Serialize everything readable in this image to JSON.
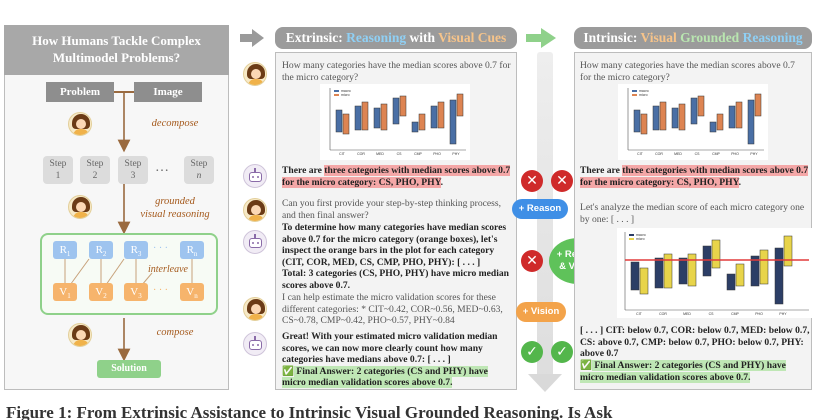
{
  "left": {
    "title": "How Humans Tackle Complex Multimodel Problems?",
    "problem": "Problem",
    "image": "Image",
    "decompose": "decompose",
    "steps": [
      {
        "name": "Step",
        "num": "1"
      },
      {
        "name": "Step",
        "num": "2"
      },
      {
        "name": "Step",
        "num": "3"
      },
      {
        "name": "Step",
        "num": "n"
      }
    ],
    "ellipsis": "…",
    "grounded": "grounded",
    "visual_reasoning": "visual reasoning",
    "interleave": "interleave",
    "r_labels": [
      "R",
      "R",
      "R",
      "R"
    ],
    "r_subs": [
      "1",
      "2",
      "3",
      "n"
    ],
    "v_labels": [
      "V",
      "V",
      "V",
      "V"
    ],
    "v_subs": [
      "1",
      "2",
      "3",
      "n"
    ],
    "dots": "· · ·",
    "compose": "compose",
    "solution": "Solution",
    "colors": {
      "header": "#a8a8a8",
      "step_box": "#dcdcdc",
      "r_box": "#9ec4ef",
      "v_box": "#f6b46c",
      "interleave_border": "#8fd18a",
      "solution": "#8fd18a",
      "italic_label": "#a55a1d"
    }
  },
  "extrinsic": {
    "header_prefix": "Extrinsic: ",
    "header_reasoning": "Reasoning",
    "header_with": " with ",
    "header_visual": "Visual Cues",
    "question": "How many categories have the median scores above 0.7 for the micro category?",
    "answer1_prefix": "There are ",
    "answer1_hl": "three categories with median scores above 0.7 for the micro category: CS, PHO, PHY",
    "answer1_suffix": ".",
    "followup": "Can you first provide your step-by-step thinking process, and then final answer?",
    "reasoning": "To determine how many categories have median scores above 0.7 for the micro category (orange boxes), let's inspect the orange bars in the plot for each category (CIT, COR, MED, CS, CMP, PHO, PHY): [ . . . ]",
    "reasoning_total": "Total: 3 categories (CS, PHO, PHY) have micro median scores above 0.7.",
    "vision_prompt": "I can help estimate the micro validation scores for these different categories: * CIT~0.42, COR~0.56, MED~0.63, CS~0.78, CMP~0.42, PHO~0.57, PHY~0.84",
    "final_text": "Great! With your estimated micro validation median scores, we can now more clearly count how many categories have medians above 0.7: [ . . . ]",
    "final_check": "✅",
    "final_hl": " Final Answer: 2 categories (CS and PHY) have micro median validation scores above 0.7."
  },
  "intrinsic": {
    "header_prefix": "Intrinsic: ",
    "header_visual": "Visual",
    "header_grounded": " Grounded",
    "header_reasoning": " Reasoning",
    "question": "How many categories have the median scores above 0.7 for the micro category?",
    "answer1_prefix": "There are ",
    "answer1_hl": "three categories with median scores above 0.7 for the micro category: CS, PHO, PHY",
    "answer1_suffix": ".",
    "analyze": "Let's analyze the median score of each micro category one by one: [ . . . ]",
    "result": "[ . . . ] CIT: below 0.7, COR: below 0.7, MED: below 0.7, CS: above 0.7, CMP: below 0.7, PHO: below 0.7, PHY: above 0.7",
    "final_check": "✅",
    "final_hl": " Final Answer: 2 categories (CS and PHY) have micro median validation scores above 0.7."
  },
  "badges": {
    "reason": "+ Reason",
    "reason_vision_1": "+ Reason",
    "reason_vision_2": "& Vision",
    "vision": "+ Vision",
    "wrong": "✕",
    "right": "✓"
  },
  "caption": "Figure 1: From Extrinsic Assistance to Intrinsic Visual Grounded Reasoning. Is Ask",
  "plot1": {
    "legend": [
      "macro",
      "micro"
    ],
    "categories": [
      "CIT",
      "COR",
      "MED",
      "CS",
      "CMP",
      "PHO",
      "PHY"
    ]
  },
  "plot2": {
    "legend": [
      "macro",
      "micro"
    ],
    "categories": [
      "CIT",
      "COR",
      "MED",
      "CS",
      "CMP",
      "PHO",
      "PHY"
    ]
  }
}
